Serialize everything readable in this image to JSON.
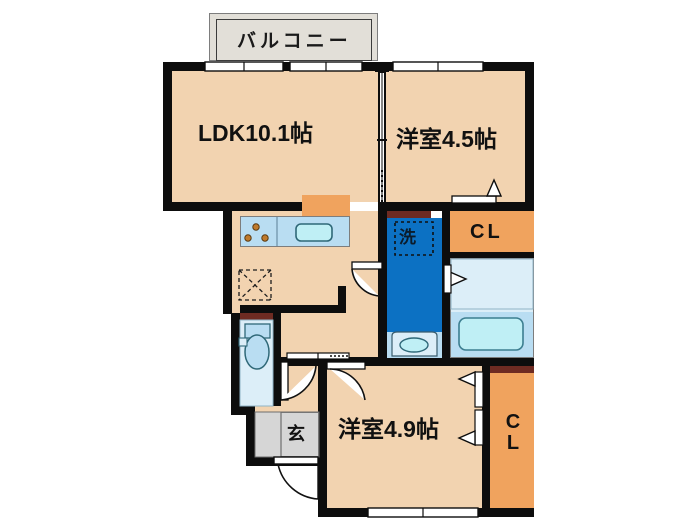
{
  "plan": {
    "balcony": {
      "label": "バルコニー"
    },
    "rooms": [
      {
        "key": "ldk",
        "label": "LDK10.1帖"
      },
      {
        "key": "washitsu1",
        "label": "洋室4.5帖"
      },
      {
        "key": "washitsu2",
        "label": "洋室4.9帖"
      }
    ],
    "closets": [
      {
        "key": "cl_top",
        "label": "CL"
      },
      {
        "key": "cl_bottom",
        "label": "CL"
      }
    ],
    "fixtures": [
      {
        "key": "washer",
        "label": "洗"
      },
      {
        "key": "entrance",
        "label": "玄"
      }
    ],
    "colors": {
      "floor": "#F2D3B0",
      "wall": "#0D0D0D",
      "washroom_blue": "#0C71C3",
      "closet_orange": "#F0A35E",
      "fixture_light_blue": "#B9DDF2",
      "bath_pale": "#DCEEF8",
      "tub_cyan": "#BFEFF5",
      "entrance_grey": "#D6D6D6",
      "door_header": "#6E2B22",
      "balcony_grey": "#E2DFD8",
      "background": "#FFFFFF"
    }
  }
}
